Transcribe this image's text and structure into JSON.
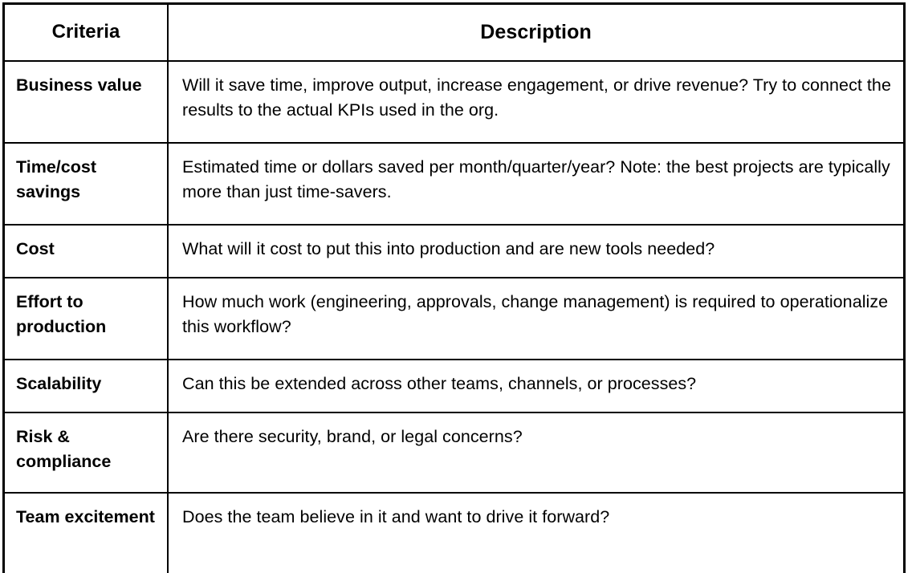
{
  "table": {
    "headers": {
      "criteria": "Criteria",
      "description": "Description"
    },
    "rows": [
      {
        "criteria": "Business value",
        "description": "Will it save time, improve output, increase engagement, or drive revenue? Try to connect the results to the actual KPIs used in the org."
      },
      {
        "criteria": "Time/cost savings",
        "description": "Estimated time or dollars saved per month/quarter/year? Note: the best projects are typically more than just time-savers."
      },
      {
        "criteria": "Cost",
        "description": "What will it cost to put this into production and are new tools needed?"
      },
      {
        "criteria": "Effort to production",
        "description": "How much work (engineering, approvals, change management) is required to operationalize this workflow?"
      },
      {
        "criteria": "Scalability",
        "description": "Can this be extended across other teams, channels, or processes?"
      },
      {
        "criteria": "Risk & compliance",
        "description": "Are there security, brand, or legal concerns?"
      },
      {
        "criteria": "Team excitement",
        "description": "Does the team believe in it and want to drive it forward?"
      }
    ]
  },
  "colors": {
    "border": "#000000",
    "text": "#000000",
    "background": "#ffffff"
  }
}
